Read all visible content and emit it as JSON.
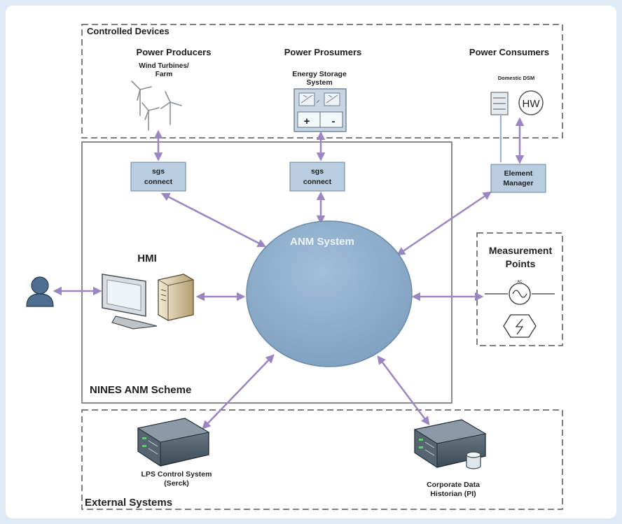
{
  "groups": {
    "controlled_devices": "Controlled Devices",
    "nines_scheme": "NINES ANM Scheme",
    "external_systems": "External Systems",
    "measurement_points_1": "Measurement",
    "measurement_points_2": "Points"
  },
  "categories": {
    "producers": "Power Producers",
    "prosumers": "Power Prosumers",
    "consumers": "Power Consumers"
  },
  "devices": {
    "wind_1": "Wind Turbines/",
    "wind_2": "Farm",
    "storage_1": "Energy Storage",
    "storage_2": "System",
    "storage_plus": "+",
    "storage_minus": "-",
    "dsm": "Domestic DSM",
    "hw": "HW",
    "meter_ac": "AC"
  },
  "nodes": {
    "sgs1_l1": "sgs",
    "sgs1_l2": "connect",
    "sgs2_l1": "sgs",
    "sgs2_l2": "connect",
    "em_l1": "Element",
    "em_l2": "Manager",
    "anm": "ANM System",
    "hmi": "HMI"
  },
  "external": {
    "lps_1": "LPS Control System",
    "lps_2": "(Serck)",
    "historian_1": "Corporate Data",
    "historian_2": "Historian (PI)"
  },
  "colors": {
    "arrow": "#9b86c2",
    "node_fill": "#b8cde0",
    "circle_fill": "#8fb0cc",
    "user": "#4f6f91"
  }
}
